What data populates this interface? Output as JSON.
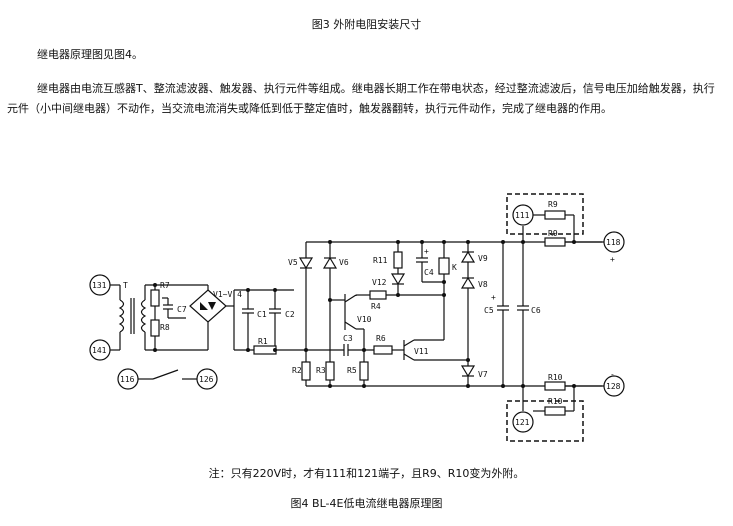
{
  "captions": {
    "fig3": "图3   外附电阻安装尺寸",
    "fig4": "图4   BL-4E低电流继电器原理图"
  },
  "text": {
    "intro": "继电器原理图见图4。",
    "paragraph": "继电器由电流互感器T、整流滤波器、触发器、执行元件等组成。继电器长期工作在带电状态，经过整流滤波后，信号电压加给触发器，执行元件（小中间继电器）不动作，当交流电流消失或降低到低于整定值时，触发器翻转，执行元件动作，完成了继电器的作用。",
    "note": "注：只有220V时，才有111和121端子，且R9、R10变为外附。"
  },
  "diagram": {
    "terminals": [
      "131",
      "141",
      "116",
      "126",
      "111",
      "118",
      "121",
      "128"
    ],
    "labels": {
      "T": "T",
      "R7": "R7",
      "R8": "R8",
      "C7": "C7",
      "V1V4": "V1~V 4",
      "C1": "C1",
      "C2": "C2",
      "R1": "R1",
      "R2": "R2",
      "R3": "R3",
      "R5": "R5",
      "V5": "V5",
      "V6": "V6",
      "R11": "R11",
      "V12": "V12",
      "R4": "R4",
      "V10": "V10",
      "C3": "C3",
      "R6": "R6",
      "V11": "V11",
      "C4": "C4",
      "K": "K",
      "V9": "V9",
      "V8": "V8",
      "V7": "V7",
      "C5": "C5",
      "C6": "C6",
      "R9_box": "R9",
      "R9": "R9",
      "R10": "R10",
      "R10_box": "R10",
      "plus_c4": "+",
      "plus_c5": "+",
      "plus_118": "+",
      "minus_128": "-"
    }
  }
}
